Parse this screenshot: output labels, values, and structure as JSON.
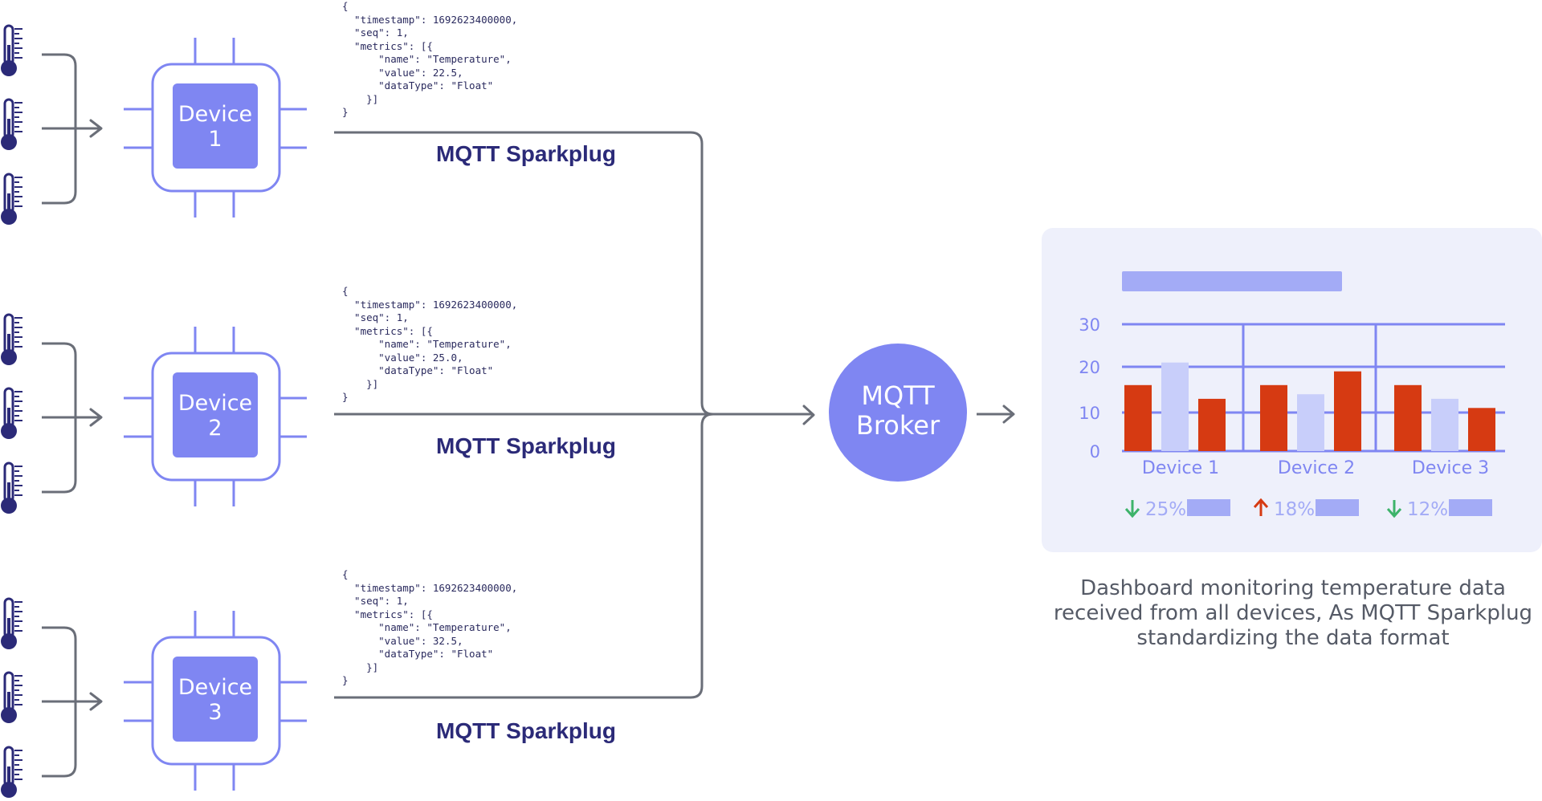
{
  "devices": [
    {
      "label": "Device\n1",
      "protocol": "MQTT Sparkplug",
      "payload": "{\n  \"timestamp\": 1692623400000,\n  \"seq\": 1,\n  \"metrics\": [{\n      \"name\": \"Temperature\",\n      \"value\": 22.5,\n      \"dataType\": \"Float\"\n    }]\n}"
    },
    {
      "label": "Device\n2",
      "protocol": "MQTT Sparkplug",
      "payload": "{\n  \"timestamp\": 1692623400000,\n  \"seq\": 1,\n  \"metrics\": [{\n      \"name\": \"Temperature\",\n      \"value\": 25.0,\n      \"dataType\": \"Float\"\n    }]\n}"
    },
    {
      "label": "Device\n3",
      "protocol": "MQTT Sparkplug",
      "payload": "{\n  \"timestamp\": 1692623400000,\n  \"seq\": 1,\n  \"metrics\": [{\n      \"name\": \"Temperature\",\n      \"value\": 32.5,\n      \"dataType\": \"Float\"\n    }]\n}"
    }
  ],
  "broker": {
    "label": "MQTT\nBroker"
  },
  "dashboard": {
    "caption": "Dashboard monitoring temperature data received from all devices, As MQTT Sparkplug standardizing the data format",
    "chart_data": {
      "type": "bar",
      "categories": [
        "Device 1",
        "Device 2",
        "Device 3"
      ],
      "yticks": [
        0,
        10,
        20,
        30
      ],
      "ylim": [
        0,
        30
      ],
      "series": [
        {
          "values": [
            16,
            16,
            16
          ],
          "color": "#d63a12"
        },
        {
          "values": [
            21,
            14,
            13
          ],
          "color": "#c8cefa"
        },
        {
          "values": [
            13,
            19,
            11
          ],
          "color": "#d63a12"
        }
      ],
      "changes": [
        {
          "direction": "down",
          "text": "25%",
          "color": "#3db36a"
        },
        {
          "direction": "up",
          "text": "18%",
          "color": "#d63a12"
        },
        {
          "direction": "down",
          "text": "12%",
          "color": "#3db36a"
        }
      ]
    }
  },
  "colors": {
    "accent": "#7f86f2",
    "accent_light": "#a3abf6",
    "line": "#6a6e78",
    "panel": "#eef0fb",
    "thermo": "#2b2a78"
  }
}
